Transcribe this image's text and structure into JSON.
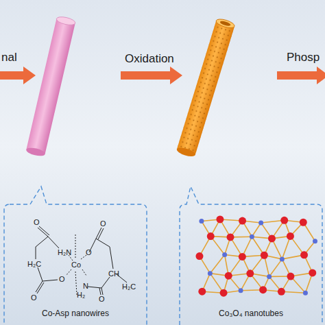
{
  "diagram": {
    "nodes": [
      {
        "text": [
          "Co-Asp nanowires"
        ]
      },
      {
        "text": [
          "Co₃O₄ nanotubes"
        ]
      }
    ],
    "labels": [
      "nal",
      "Oxidation",
      "Phosp",
      "O",
      "O",
      "H₂N",
      "O",
      "H₂C",
      "Co",
      "O",
      "CH",
      "N",
      "H₂",
      "O",
      "O",
      "H₂C"
    ]
  }
}
